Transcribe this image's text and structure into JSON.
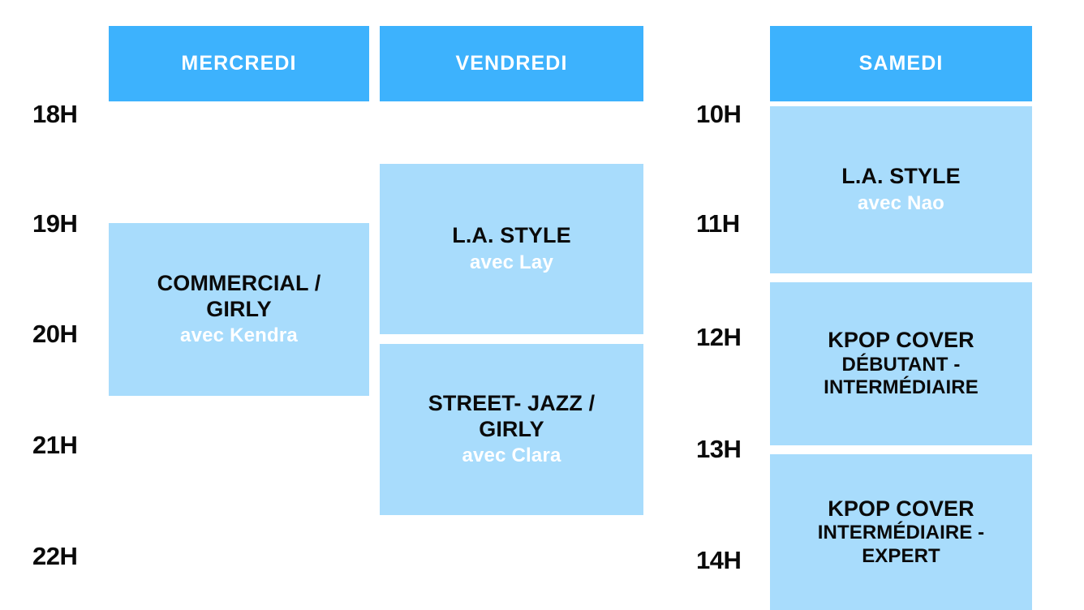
{
  "theme": {
    "header_blue": "#3db2fd",
    "block_blue": "#a8dcfc",
    "title_color": "#0a0a0a",
    "sub_color": "#ffffff",
    "background": "#ffffff"
  },
  "evening_schedule": {
    "time_labels": [
      "18H",
      "19H",
      "20H",
      "21H",
      "22H"
    ],
    "days": [
      {
        "name": "MERCREDI",
        "classes": [
          {
            "title": "COMMERCIAL /\nGIRLY",
            "instructor": "avec Kendra"
          }
        ]
      },
      {
        "name": "VENDREDI",
        "classes": [
          {
            "title": "L.A. STYLE",
            "instructor": "avec Lay"
          },
          {
            "title": "STREET- JAZZ /\nGIRLY",
            "instructor": "avec Clara"
          }
        ]
      }
    ]
  },
  "weekend_schedule": {
    "time_labels": [
      "10H",
      "11H",
      "12H",
      "13H",
      "14H"
    ],
    "days": [
      {
        "name": "SAMEDI",
        "classes": [
          {
            "title": "L.A. STYLE",
            "instructor": "avec Nao"
          },
          {
            "title": "KPOP COVER",
            "detail": "DÉBUTANT -\nINTERMÉDIAIRE"
          },
          {
            "title": "KPOP COVER",
            "detail": "INTERMÉDIAIRE -\nEXPERT"
          }
        ]
      }
    ]
  }
}
